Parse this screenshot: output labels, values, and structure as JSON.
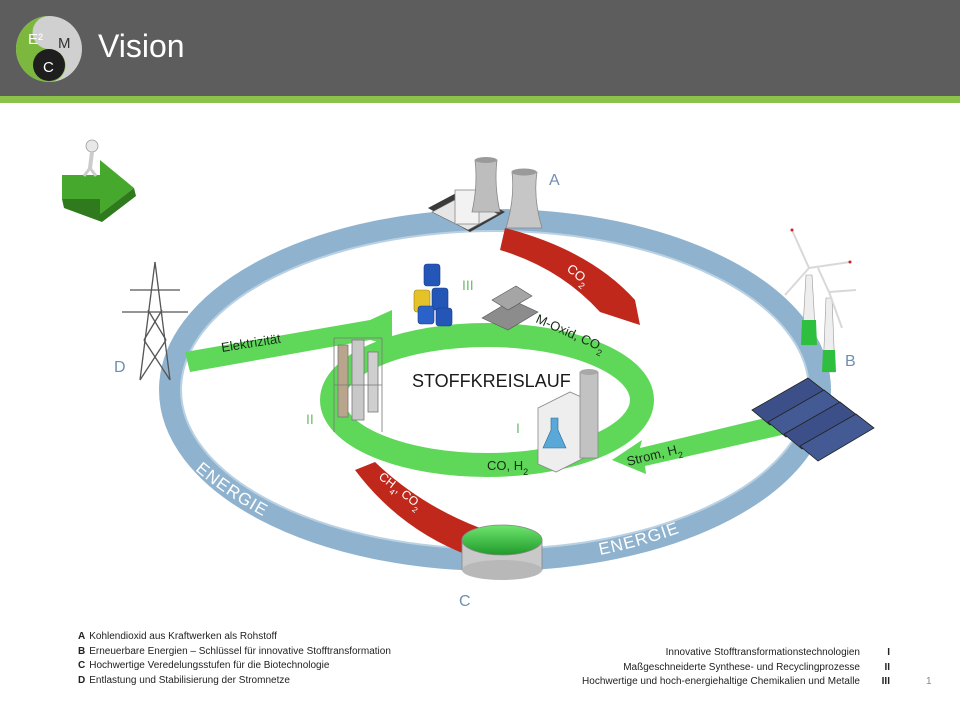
{
  "header": {
    "title": "Vision"
  },
  "logo": {
    "letters": [
      "E²",
      "M",
      "C"
    ]
  },
  "diagram": {
    "center_title": "STOFFKREISLAUF",
    "ring_label": "ENERGIE",
    "markers": {
      "A": "A",
      "B": "B",
      "C": "C",
      "D": "D",
      "I": "I",
      "II": "II",
      "III": "III"
    },
    "arrow_co2": "CO",
    "arrow_co2_sub": "2",
    "arrow_moxid": "M-Oxid, CO",
    "arrow_moxid_sub": "2",
    "arrow_elektrizitaet": "Elektrizität",
    "arrow_strom": "Strom, H",
    "arrow_strom_sub": "2",
    "arrow_coh2": "CO, H",
    "arrow_coh2_sub": "2",
    "arrow_ch4": "CH",
    "arrow_ch4_sub1": "4",
    "arrow_ch4_mid": ", CO",
    "arrow_ch4_sub2": "2"
  },
  "legend_left": [
    {
      "key": "A",
      "text": "Kohlendioxid aus Kraftwerken als Rohstoff"
    },
    {
      "key": "B",
      "text": "Erneuerbare Energien – Schlüssel für innovative Stofftransformation"
    },
    {
      "key": "C",
      "text": "Hochwertige Veredelungsstufen für die Biotechnologie"
    },
    {
      "key": "D",
      "text": "Entlastung und Stabilisierung der Stromnetze"
    }
  ],
  "legend_right": [
    {
      "text": "Innovative Stofftransformationstechnologien",
      "num": "I"
    },
    {
      "text": "Maßgeschneiderte Synthese- und Recyclingprozesse",
      "num": "II"
    },
    {
      "text": "Hochwertige und hoch-energiehaltige Chemikalien und Metalle",
      "num": "III"
    }
  ],
  "page_number": "1",
  "colors": {
    "header": "#5d5d5d",
    "accent": "#8bc34a",
    "ring": "#8fb3cf",
    "green_arrow": "#5fd85a",
    "red_arrow": "#c0281c"
  }
}
